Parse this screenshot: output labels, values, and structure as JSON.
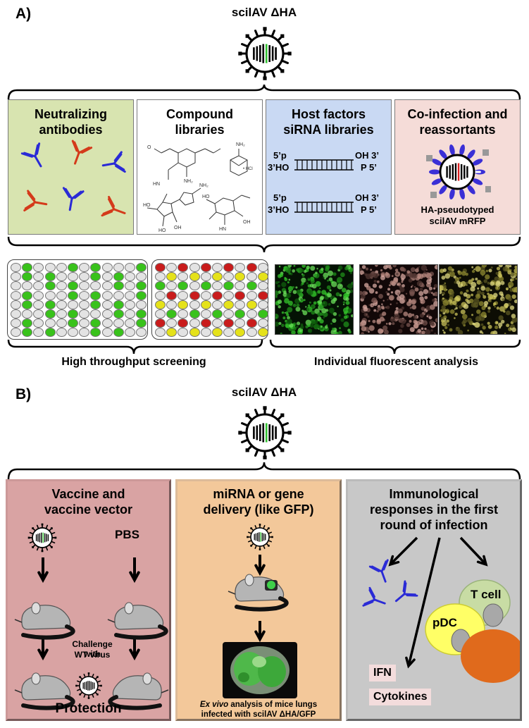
{
  "panelA": {
    "label": "A)",
    "virus_title": "scilAV ΔHA",
    "boxes": [
      {
        "title_l1": "Neutralizing",
        "title_l2": "antibodies",
        "bg": "#d8e4b0"
      },
      {
        "title_l1": "Compound",
        "title_l2": "libraries",
        "bg": "#ffffff",
        "hcl": "• HCl"
      },
      {
        "title_l1": "Host factors",
        "title_l2": "siRNA libraries",
        "bg": "#c9d9f3",
        "sirna": {
          "left_top": "5’p",
          "left_bottom": "3’HO",
          "right_top": "OH 3’",
          "right_bottom": "P 5’"
        }
      },
      {
        "title_l1": "Co-infection and",
        "title_l2": "reassortants",
        "bg": "#f5dcd8",
        "caption_l1": "HA-pseudotyped",
        "caption_l2": "scilAV mRFP"
      }
    ],
    "screening_label": "High throughput screening",
    "fluorescent_label": "Individual fluorescent analysis",
    "colors": {
      "green": "#39c21b",
      "red": "#c91c1c",
      "yellow": "#e5e21a",
      "empty": "#e3e3e3"
    }
  },
  "panelB": {
    "label": "B)",
    "virus_title": "scilAV ΔHA",
    "vaccine": {
      "title_l1": "Vaccine and",
      "title_l2": "vaccine vector",
      "pbs": "PBS",
      "challenge_l1": "Challenge with",
      "challenge_l2": "WT virus",
      "protection": "Protection",
      "bg": "#d9a3a3"
    },
    "mirna": {
      "title_l1": "miRNA or gene",
      "title_l2": "delivery (like GFP)",
      "caption_em": "Ex vivo",
      "caption_rest": " analysis of mice lungs",
      "caption_l2": "infected with scilAV ΔHA/GFP",
      "bg": "#f3c89a"
    },
    "immuno": {
      "title_l1": "Immunological",
      "title_l2": "responses in the first",
      "title_l3": "round of infection",
      "tcell": "T cell",
      "pdc": "pDC",
      "ifn": "IFN",
      "cytokines": "Cytokines",
      "bg": "#c8c8c8"
    }
  }
}
